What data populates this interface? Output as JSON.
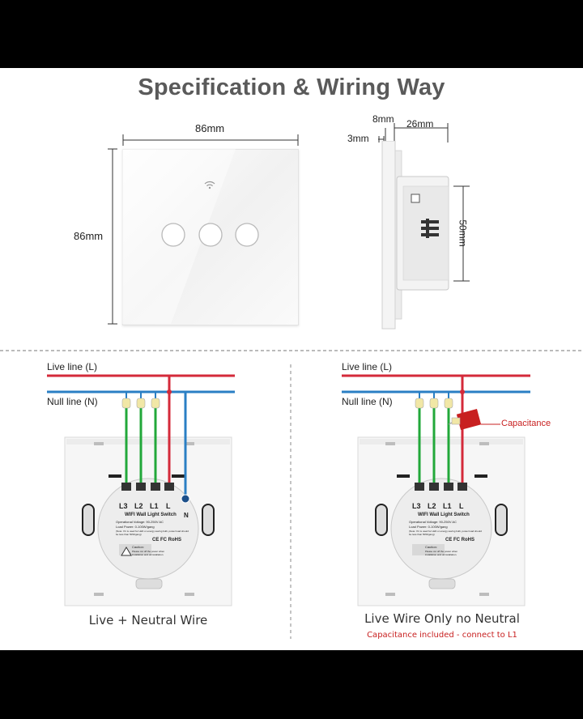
{
  "title": "Specification & Wiring Way",
  "dimensions": {
    "width": "86mm",
    "height": "86mm",
    "depth_8": "8mm",
    "depth_26": "26mm",
    "depth_3": "3mm",
    "height_50": "50mm"
  },
  "switch_label": {
    "terminals": [
      "L3",
      "L2",
      "L1",
      "L"
    ],
    "neutral_terminal": "N",
    "product_name": "WIFI Wall Light Switch",
    "voltage": "Operational Voltage: 90-250V AC",
    "load_power": "Load Power: 0-100W/gang",
    "note": "(Note: If it is used for LED or energy saving bulb, power load should be less than 50W/gang)",
    "certs": "CE FC RoHS",
    "caution_title": "Caution:",
    "caution_text": "Please cut off the power when installation and uninstallation."
  },
  "left_diagram": {
    "live_label": "Live line (L)",
    "null_label": "Null line (N)",
    "caption": "Live + Neutral Wire"
  },
  "right_diagram": {
    "live_label": "Live line (L)",
    "null_label": "Null line (N)",
    "capacitance_label": "Capacitance",
    "caption": "Live Wire Only no Neutral",
    "subcaption": "Capacitance included - connect to L1"
  },
  "colors": {
    "live_wire": "#d42a3a",
    "null_wire": "#2a7fc4",
    "load_wire": "#22a83a",
    "title_text": "#5a5a5a",
    "capacitance": "#c82020"
  },
  "icons": [
    "wifi-icon",
    "touch-button-icon",
    "capacitor-icon",
    "caution-icon"
  ]
}
